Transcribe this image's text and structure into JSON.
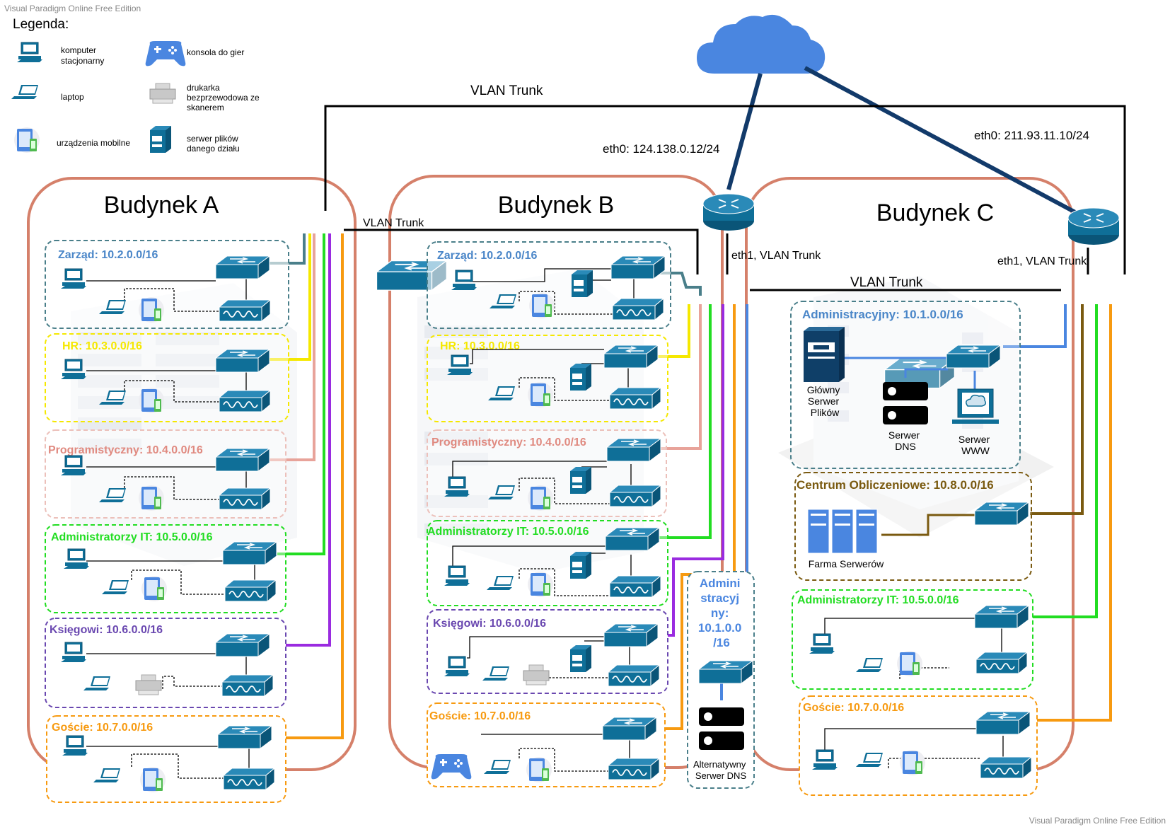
{
  "watermark": {
    "top": "Visual Paradigm Online Free Edition",
    "bottom": "Visual Paradigm Online Free Edition"
  },
  "legend": {
    "title": "Legenda:",
    "items": [
      {
        "icon": "desktop-icon",
        "label": [
          "komputer",
          "stacjonarny"
        ]
      },
      {
        "icon": "laptop-icon",
        "label": [
          "laptop"
        ]
      },
      {
        "icon": "mobile-devices-icon",
        "label": [
          "urządzenia mobilne"
        ]
      },
      {
        "icon": "gamepad-icon",
        "label": [
          "konsola do gier"
        ]
      },
      {
        "icon": "printer-icon",
        "label": [
          "drukarka",
          "bezprzewodowa ze",
          "skanerem"
        ]
      },
      {
        "icon": "file-server-icon",
        "label": [
          "serwer plików",
          "danego działu"
        ]
      }
    ]
  },
  "links": {
    "vlan_trunk_top": "VLAN Trunk",
    "vlan_trunk_ab": "VLAN Trunk",
    "vlan_trunk_bc": "VLAN Trunk",
    "eth0_b": "eth0: 124.138.0.12/24",
    "eth0_c": "eth0: 211.93.11.10/24",
    "eth1_b": "eth1, VLAN Trunk",
    "eth1_c": "eth1, VLAN Trunk"
  },
  "buildings": {
    "a": {
      "title": "Budynek A",
      "vlans": [
        {
          "name": "Zarząd: 10.2.0.0/16",
          "color": "#4a86c8"
        },
        {
          "name": "HR: 10.3.0.0/16",
          "color": "#f5e800"
        },
        {
          "name": "Programistyczny: 10.4.0.0/16",
          "color": "#e08a80"
        },
        {
          "name": "Administratorzy IT: 10.5.0.0/16",
          "color": "#22dd22"
        },
        {
          "name": "Księgowi: 10.6.0.0/16",
          "color": "#6a48b0"
        },
        {
          "name": "Goście: 10.7.0.0/16",
          "color": "#f79a10"
        }
      ]
    },
    "b": {
      "title": "Budynek B",
      "vlans": [
        {
          "name": "Zarząd: 10.2.0.0/16",
          "color": "#4a86c8"
        },
        {
          "name": "HR: 10.3.0.0/16",
          "color": "#f5e800"
        },
        {
          "name": "Programistyczny: 10.4.0.0/16",
          "color": "#e08a80"
        },
        {
          "name": "Administratorzy IT: 10.5.0.0/16",
          "color": "#22dd22"
        },
        {
          "name": "Księgowi: 10.6.0.0/16",
          "color": "#6a48b0"
        },
        {
          "name": "Goście: 10.7.0.0/16",
          "color": "#f79a10"
        }
      ],
      "admin_box": {
        "name": [
          "Admini",
          "stracyj",
          "ny:",
          "10.1.0.0",
          "/16"
        ],
        "server": [
          "Alternatywny",
          "Serwer DNS"
        ]
      }
    },
    "c": {
      "title": "Budynek C",
      "vlans": [
        {
          "name": "Administracyjny: 10.1.0.0/16",
          "color": "#4a86c8"
        },
        {
          "name": "Centrum Obliczeniowe: 10.8.0.0/16",
          "color": "#7a5a10"
        },
        {
          "name": "Administratorzy IT: 10.5.0.0/16",
          "color": "#22dd22"
        },
        {
          "name": "Goście: 10.7.0.0/16",
          "color": "#f79a10"
        }
      ],
      "servers": {
        "main_file": [
          "Główny",
          "Serwer",
          "Plików"
        ],
        "dns": [
          "Serwer",
          "DNS"
        ],
        "www": [
          "Serwer",
          "WWW"
        ],
        "farm": [
          "Farma Serwerów"
        ]
      }
    }
  },
  "colors": {
    "building_border": "#d5806a",
    "device": "#0f6f98",
    "device_dark": "#0a4f70",
    "cloud": "#4a86e0",
    "uplink": "#123a6a"
  }
}
